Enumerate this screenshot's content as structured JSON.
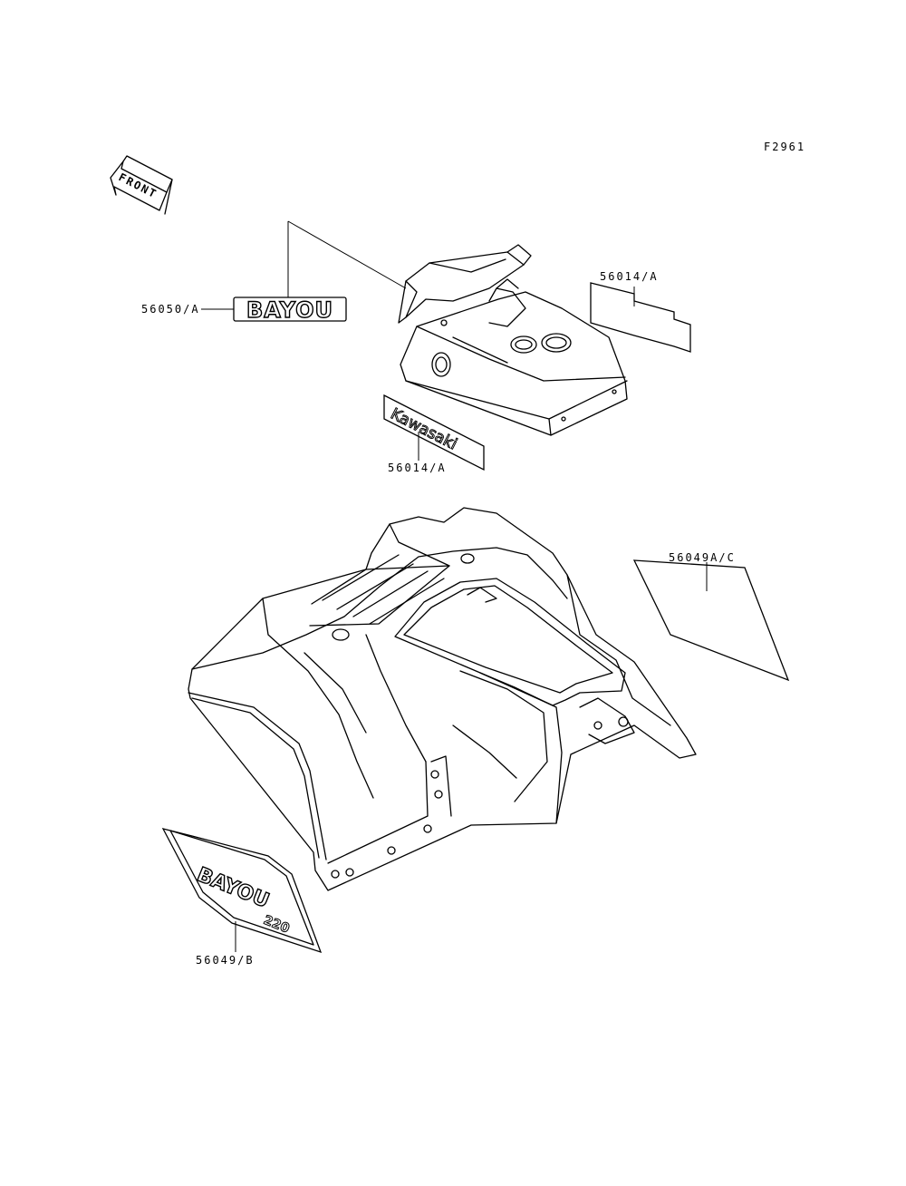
{
  "figure_code": "F2961",
  "front_arrow_text": "FRONT",
  "callouts": [
    {
      "id": "bayou-side-decal",
      "label": "56050/A"
    },
    {
      "id": "top-strip-decal",
      "label": "56014/A"
    },
    {
      "id": "kawasaki-decal",
      "label": "56014/A"
    },
    {
      "id": "rear-fender-decal-right",
      "label": "56049A/C"
    },
    {
      "id": "rear-fender-decal-left",
      "label": "56049/B"
    }
  ],
  "decal_text": {
    "bayou": "BAYOU",
    "kawasaki": "Kawasaki",
    "bayou_lower": "BAYOU",
    "model_number": "220"
  }
}
